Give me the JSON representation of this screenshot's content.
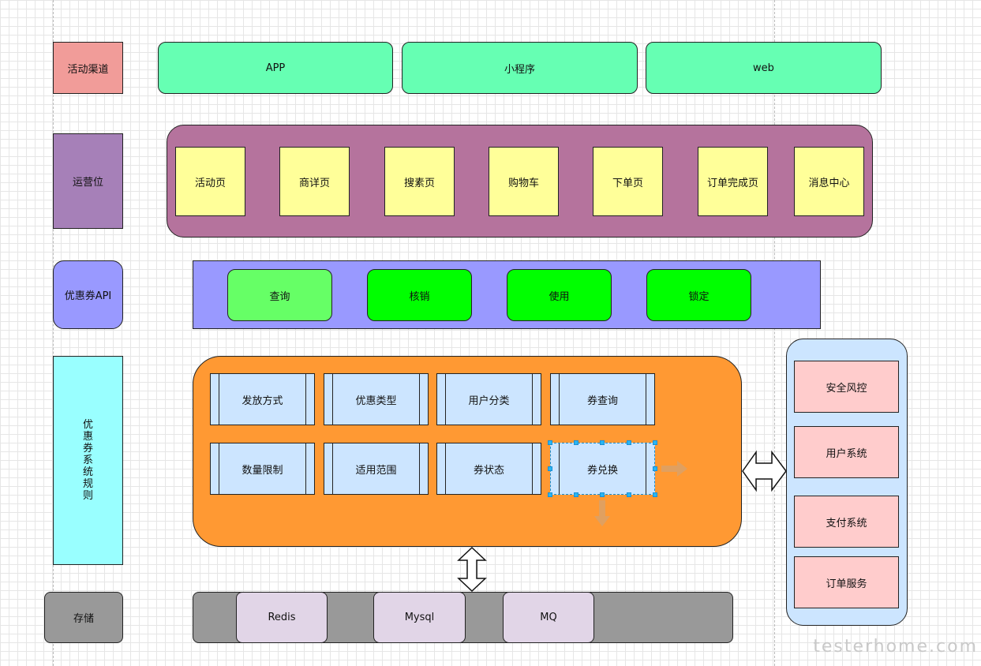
{
  "colors": {
    "channel_label": "#f19c99",
    "ops_label": "#a680b8",
    "api_label": "#9999ff",
    "rules_label": "#99ffff",
    "storage_label": "#999999",
    "api_query": "#66ff66",
    "api_active": "#00ff00"
  },
  "rows": {
    "channel": "活动渠道",
    "ops": "运营位",
    "api": "优惠券API",
    "rules": [
      "优",
      "惠",
      "券",
      "系",
      "统",
      "规",
      "则"
    ],
    "storage": "存储"
  },
  "channels": [
    "APP",
    "小程序",
    "web"
  ],
  "ops_positions": [
    "活动页",
    "商详页",
    "搜素页",
    "购物车",
    "下单页",
    "订单完成页",
    "消息中心"
  ],
  "api_items": [
    "查询",
    "核销",
    "使用",
    "锁定"
  ],
  "rule_items": [
    "发放方式",
    "优惠类型",
    "用户分类",
    "券查询",
    "数量限制",
    "适用范围",
    "券状态",
    "券兑换"
  ],
  "storage_items": [
    "Redis",
    "Mysql",
    "MQ"
  ],
  "external_systems": [
    "安全风控",
    "用户系统",
    "支付系统",
    "订单服务"
  ],
  "watermark": "testerhome.com",
  "icons": [
    "double-arrow-horizontal-icon",
    "double-arrow-vertical-icon",
    "connector-arrow-right-icon",
    "connector-arrow-down-icon"
  ]
}
